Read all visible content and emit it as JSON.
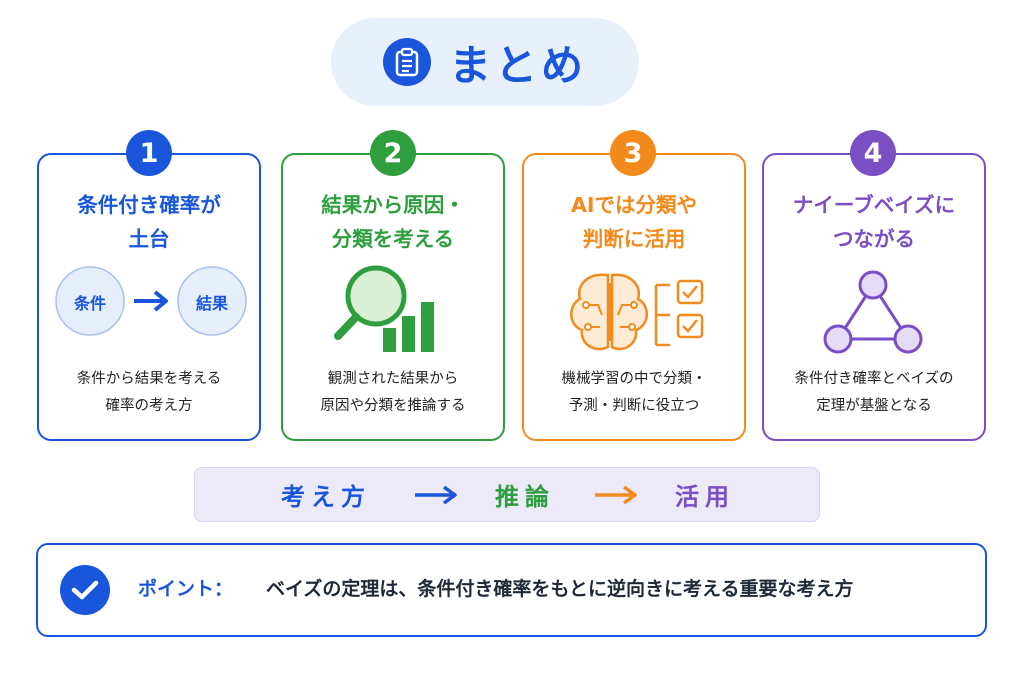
{
  "title": "まとめ",
  "colors": {
    "blue": "#1a56db",
    "green": "#2e9e3e",
    "orange": "#f28a1c",
    "purple": "#7b4fc4"
  },
  "cards": [
    {
      "number": "1",
      "title_line1": "条件付き確率が",
      "title_line2": "土台",
      "bubble_left": "条件",
      "bubble_right": "結果",
      "desc_line1": "条件から結果を考える",
      "desc_line2": "確率の考え方",
      "icon": "arrow-right-icon"
    },
    {
      "number": "2",
      "title_line1": "結果から原因・",
      "title_line2": "分類を考える",
      "desc_line1": "観測された結果から",
      "desc_line2": "原因や分類を推論する",
      "icon": "magnifier-chart-icon"
    },
    {
      "number": "3",
      "title_line1": "AIでは分類や",
      "title_line2": "判断に活用",
      "desc_line1": "機械学習の中で分類・",
      "desc_line2": "予測・判断に役立つ",
      "icon": "brain-checklist-icon"
    },
    {
      "number": "4",
      "title_line1": "ナイーブベイズに",
      "title_line2": "つながる",
      "desc_line1": "条件付き確率とベイズの",
      "desc_line2": "定理が基盤となる",
      "icon": "triangle-network-icon"
    }
  ],
  "flow": {
    "step1": "考え方",
    "step2": "推論",
    "step3": "活用"
  },
  "point": {
    "label": "ポイント：",
    "text": "ベイズの定理は、条件付き確率をもとに逆向きに考える重要な考え方"
  }
}
